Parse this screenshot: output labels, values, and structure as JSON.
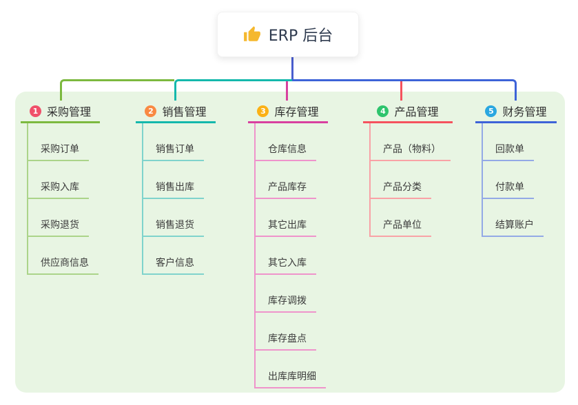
{
  "root": {
    "title": "ERP 后台",
    "icon": "thumbs-up",
    "icon_color": "#f5b82e"
  },
  "branches": [
    {
      "index": "1",
      "title": "采购管理",
      "badge_color": "#f0506a",
      "line_color": "#7cb93f",
      "child_line_color": "#abd489",
      "children": [
        "采购订单",
        "采购入库",
        "采购退货",
        "供应商信息"
      ]
    },
    {
      "index": "2",
      "title": "销售管理",
      "badge_color": "#f98a43",
      "line_color": "#14b8ac",
      "child_line_color": "#7fd3cc",
      "children": [
        "销售订单",
        "销售出库",
        "销售退货",
        "客户信息"
      ]
    },
    {
      "index": "3",
      "title": "库存管理",
      "badge_color": "#fbb116",
      "line_color": "#d8409f",
      "child_line_color": "#ef93cb",
      "children": [
        "仓库信息",
        "产品库存",
        "其它出库",
        "其它入库",
        "库存调拨",
        "库存盘点",
        "出库库明细"
      ]
    },
    {
      "index": "4",
      "title": "产品管理",
      "badge_color": "#2ec46d",
      "line_color": "#f5525e",
      "child_line_color": "#f9a2a6",
      "children": [
        "产品（物料）",
        "产品分类",
        "产品单位"
      ]
    },
    {
      "index": "5",
      "title": "财务管理",
      "badge_color": "#2aa7e0",
      "line_color": "#3d63d8",
      "child_line_color": "#93a9e6",
      "children": [
        "回款单",
        "付款单",
        "结算账户"
      ]
    }
  ],
  "colors": {
    "canvas_bg": "#ffffff",
    "panel_bg": "#e8f5e3",
    "root_connector": "#4a5ecf"
  }
}
